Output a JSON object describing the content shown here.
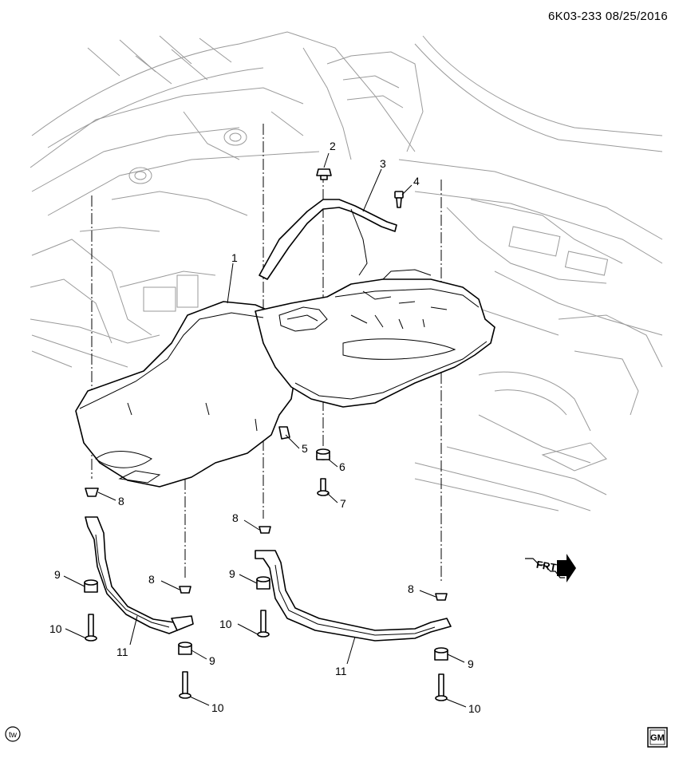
{
  "header": {
    "doc_id": "6K03-233  08/25/2016"
  },
  "callouts": {
    "c1": "1",
    "c2": "2",
    "c3": "3",
    "c4": "4",
    "c5": "5",
    "c6": "6",
    "c7": "7",
    "c8a": "8",
    "c8b": "8",
    "c8c": "8",
    "c8d": "8",
    "c9a": "9",
    "c9b": "9",
    "c9c": "9",
    "c9d": "9",
    "c10a": "10",
    "c10b": "10",
    "c10c": "10",
    "c10d": "10",
    "c11a": "11",
    "c11b": "11"
  },
  "direction_marker": {
    "label": "FRT"
  },
  "footer": {
    "tw_logo": "tw",
    "brand_logo": "GM"
  }
}
